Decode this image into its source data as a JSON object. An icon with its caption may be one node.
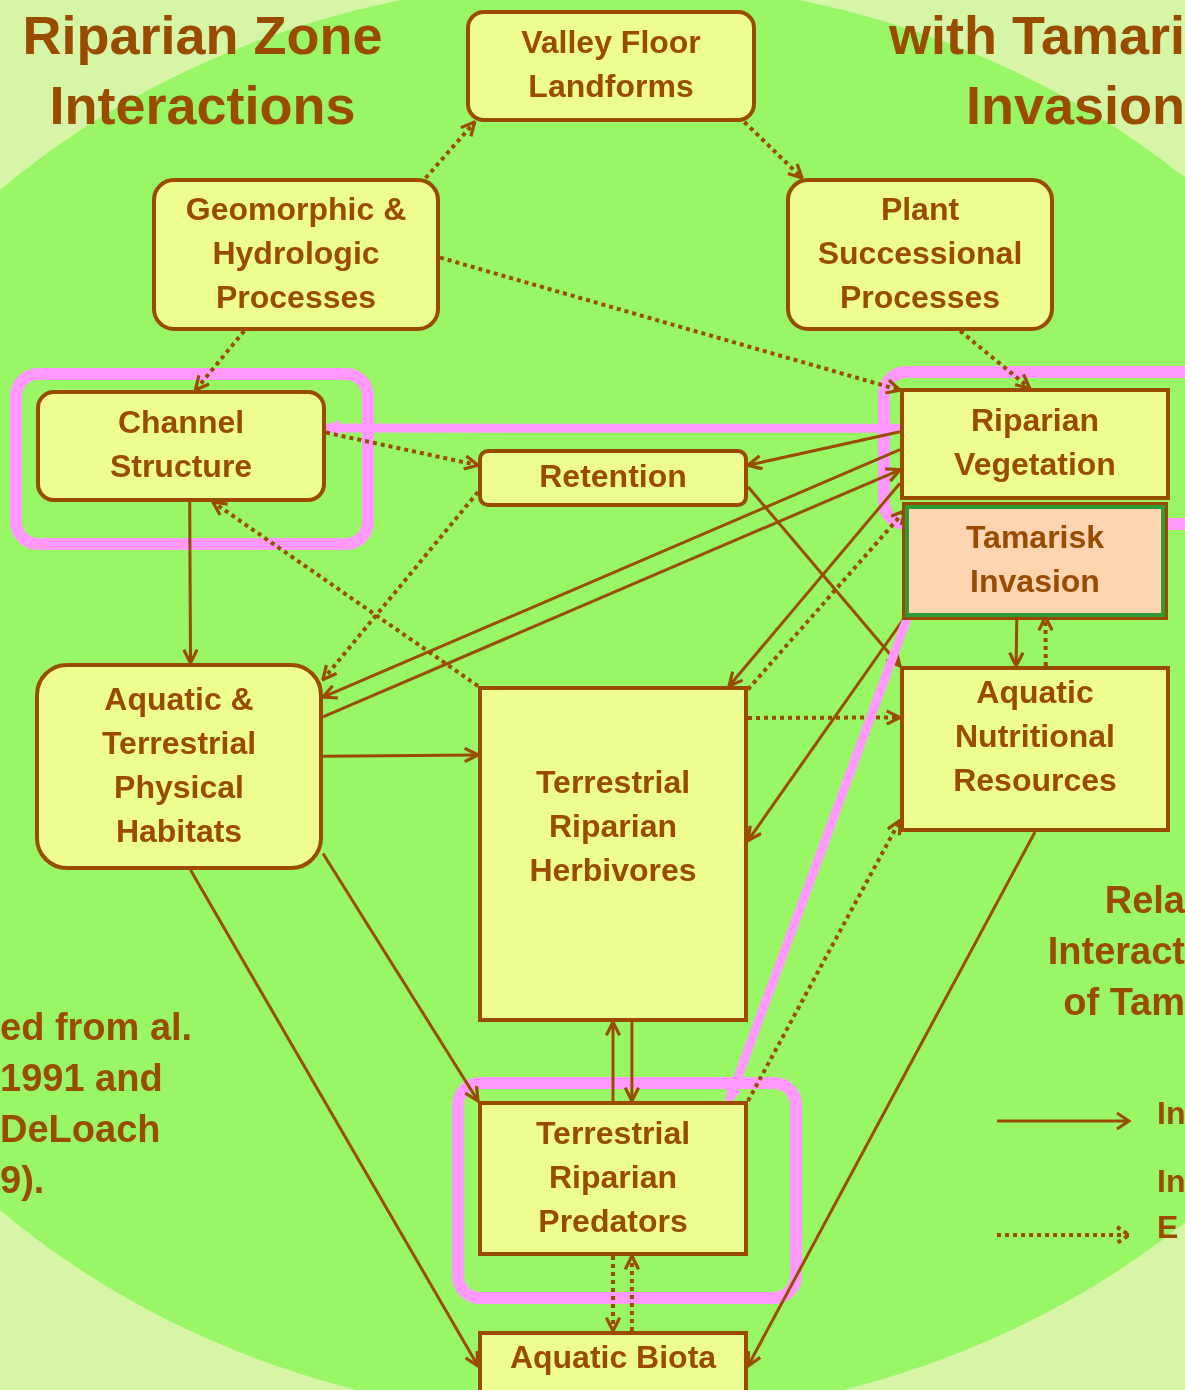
{
  "diagram": {
    "nodes": [
      {
        "text": [
          "Valley Floor Landforms"
        ]
      },
      {
        "text": [
          "Geomorphic & Hydrologic Processes"
        ]
      },
      {
        "text": [
          "Plant Successional Processes"
        ]
      },
      {
        "text": [
          "Channel Structure"
        ]
      },
      {
        "text": [
          "Retention"
        ]
      },
      {
        "text": [
          "Riparian Vegetation"
        ]
      },
      {
        "text": [
          "Tamarisk Invasion"
        ]
      },
      {
        "text": [
          "Aquatic & Terrestrial Physical Habitats"
        ]
      },
      {
        "text": [
          "Terrestrial Riparian Herbivores"
        ]
      },
      {
        "text": [
          "Aquatic Nutritional Resources"
        ]
      },
      {
        "text": [
          "Terrestrial Riparian Predators"
        ]
      },
      {
        "text": [
          "Aquatic Biota"
        ]
      }
    ],
    "edges": [
      {
        "from": 1,
        "to": 0,
        "arrow": "to",
        "style": "dashed"
      },
      {
        "from": 0,
        "to": 2,
        "arrow": "to",
        "style": "dashed"
      },
      {
        "from": 1,
        "to": 5,
        "arrow": "to",
        "style": "dashed"
      },
      {
        "from": 1,
        "to": 3,
        "arrow": "to",
        "style": "dashed"
      },
      {
        "from": 2,
        "to": 5,
        "arrow": "to",
        "style": "dashed"
      },
      {
        "from": 5,
        "to": 3,
        "arrow": "to",
        "style": "thick",
        "color": "#ff99ff"
      },
      {
        "from": 3,
        "to": 4,
        "arrow": "to",
        "style": "dashed"
      },
      {
        "from": 5,
        "to": 4,
        "arrow": "to"
      },
      {
        "from": 3,
        "to": 7,
        "arrow": "to"
      },
      {
        "from": 4,
        "to": 7,
        "arrow": "to",
        "style": "dashed"
      },
      {
        "from": 8,
        "to": 3,
        "arrow": "to",
        "style": "dashed"
      },
      {
        "from": 5,
        "to": 7,
        "arrow": "to"
      },
      {
        "from": 7,
        "to": 5,
        "arrow": "to"
      },
      {
        "from": 5,
        "to": 8,
        "arrow": "to"
      },
      {
        "from": 8,
        "to": 6,
        "arrow": "to",
        "style": "dashed"
      },
      {
        "from": 4,
        "to": 9,
        "arrow": "to"
      },
      {
        "from": 6,
        "to": 8,
        "arrow": "to"
      },
      {
        "from": 8,
        "to": 9,
        "arrow": "to",
        "style": "dashed"
      },
      {
        "from": 6,
        "to": 9,
        "arrow": "to"
      },
      {
        "from": 9,
        "to": 6,
        "arrow": "to",
        "style": "dashed"
      },
      {
        "from": 7,
        "to": 8,
        "arrow": "to"
      },
      {
        "from": 7,
        "to": 10,
        "arrow": "to"
      },
      {
        "from": 7,
        "to": 11,
        "arrow": "to"
      },
      {
        "from": 9,
        "to": 11,
        "arrow": "to"
      },
      {
        "from": 10,
        "to": 8,
        "arrow": "to"
      },
      {
        "from": 8,
        "to": 10,
        "arrow": "to"
      },
      {
        "from": 10,
        "to": 11,
        "arrow": "to",
        "style": "dashed"
      },
      {
        "from": 11,
        "to": 10,
        "arrow": "to",
        "style": "dashed"
      },
      {
        "from": 6,
        "to": 10,
        "arrow": "to",
        "style": "thick",
        "color": "#ff99ff"
      },
      {
        "from": 10,
        "to": 9,
        "arrow": "to",
        "style": "dashed"
      }
    ],
    "labels": [
      "Riparian Zone Interactions",
      "with Tamari Invasion",
      "ed from al. 1991 and DeLoach 9).",
      "Rela Interact of Tam"
    ],
    "legend": [
      {
        "text": "In"
      },
      {
        "text": "In E"
      }
    ]
  }
}
